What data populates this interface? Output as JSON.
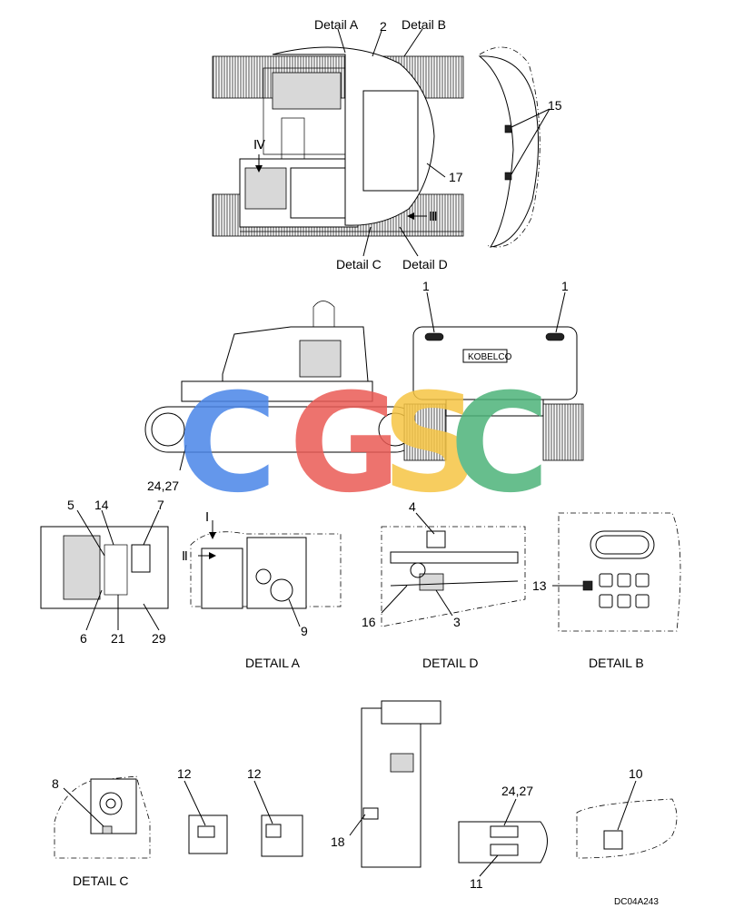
{
  "labels": {
    "detail_a_top": "Detail A",
    "detail_b_top": "Detail B",
    "detail_c_top": "Detail C",
    "detail_d_top": "Detail D",
    "n2": "2",
    "n17": "17",
    "n15": "15",
    "roman_iv": "Ⅳ",
    "roman_iii": "Ⅲ",
    "n1_left": "1",
    "n1_right": "1",
    "n24_27_side": "24,27",
    "n5": "5",
    "n14": "14",
    "n7": "7",
    "n6": "6",
    "n21": "21",
    "n29": "29",
    "roman_i": "Ⅰ",
    "roman_ii": "Ⅱ",
    "n9": "9",
    "n4": "4",
    "n16": "16",
    "n3": "3",
    "n13": "13",
    "n8": "8",
    "n12_left": "12",
    "n12_right": "12",
    "n18": "18",
    "n24_27_bottom": "24,27",
    "n11": "11",
    "n10": "10"
  },
  "titles": {
    "detail_a": "DETAIL A",
    "detail_d": "DETAIL D",
    "detail_b": "DETAIL B",
    "detail_c": "DETAIL C"
  },
  "brand": {
    "nameplate": "KOBELCO"
  },
  "watermark": {
    "letters": [
      "C",
      "G",
      "S",
      "C"
    ],
    "colors": [
      "#4a86e8",
      "#ea5b55",
      "#f6c544",
      "#4db37a"
    ]
  },
  "drawing_code": "DC04A243"
}
